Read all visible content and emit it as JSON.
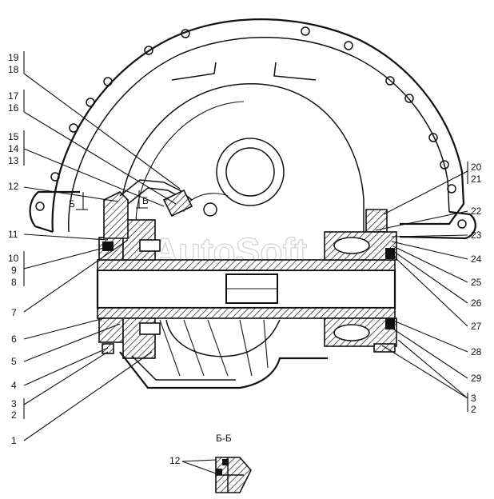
{
  "section_title": "Б-Б",
  "section_mark": "Б",
  "watermark": "AutoSoft",
  "callouts_left": [
    {
      "id": "c19",
      "text": "19"
    },
    {
      "id": "c18",
      "text": "18"
    },
    {
      "id": "c17",
      "text": "17"
    },
    {
      "id": "c16",
      "text": "16"
    },
    {
      "id": "c15",
      "text": "15"
    },
    {
      "id": "c14",
      "text": "14"
    },
    {
      "id": "c13",
      "text": "13"
    },
    {
      "id": "c12",
      "text": "12"
    },
    {
      "id": "c11",
      "text": "11"
    },
    {
      "id": "c10",
      "text": "10"
    },
    {
      "id": "c9",
      "text": "9"
    },
    {
      "id": "c8",
      "text": "8"
    },
    {
      "id": "c7",
      "text": "7"
    },
    {
      "id": "c6",
      "text": "6"
    },
    {
      "id": "c5",
      "text": "5"
    },
    {
      "id": "c4",
      "text": "4"
    },
    {
      "id": "c3",
      "text": "3"
    },
    {
      "id": "c2",
      "text": "2"
    },
    {
      "id": "c1",
      "text": "1"
    }
  ],
  "callouts_right": [
    {
      "id": "c20",
      "text": "20"
    },
    {
      "id": "c21",
      "text": "21"
    },
    {
      "id": "c22",
      "text": "22"
    },
    {
      "id": "c23",
      "text": "23"
    },
    {
      "id": "c24",
      "text": "24"
    },
    {
      "id": "c25",
      "text": "25"
    },
    {
      "id": "c26",
      "text": "26"
    },
    {
      "id": "c27",
      "text": "27"
    },
    {
      "id": "c28",
      "text": "28"
    },
    {
      "id": "c29",
      "text": "29"
    },
    {
      "id": "c3r",
      "text": "3"
    },
    {
      "id": "c2r",
      "text": "2"
    }
  ],
  "detail_callout": "12"
}
